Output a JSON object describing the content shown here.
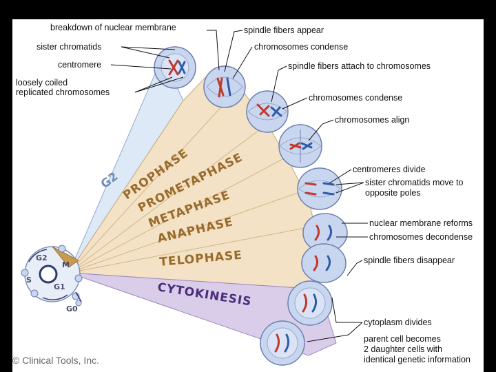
{
  "labels": {
    "breakdown": "breakdown of nuclear membrane",
    "sister_chromatids": "sister chromatids",
    "centromere": "centromere",
    "loosely_1": "loosely coiled",
    "loosely_2": "replicated chromosomes",
    "spindle_appear": "spindle fibers appear",
    "condense_1": "chromosomes condense",
    "spindle_attach": "spindle fibers attach to chromosomes",
    "condense_2": "chromosomes condense",
    "align": "chromosomes align",
    "centromeres_divide": "centromeres divide",
    "move_1": "sister chromatids move to",
    "move_2": "opposite poles",
    "nuclear_reforms": "nuclear membrane reforms",
    "decondense": "chromosomes decondense",
    "spindle_disappear": "spindle fibers disappear",
    "cytoplasm_divides": "cytoplasm divides",
    "parent_1": "parent cell becomes",
    "parent_2": "2 daughter cells with",
    "parent_3": "identical genetic information"
  },
  "phases": {
    "g2": "G2",
    "prophase": "PROPHASE",
    "prometaphase": "PROMETAPHASE",
    "metaphase": "METAPHASE",
    "anaphase": "ANAPHASE",
    "telophase": "TELOPHASE",
    "cytokinesis": "CYTOKINESIS"
  },
  "cycle": {
    "g2": "G2",
    "m": "M",
    "s": "S",
    "g1": "G1",
    "g0": "G0"
  },
  "copyright": "© Clinical Tools, Inc.",
  "colors": {
    "g2_wedge": "#dde9f7",
    "mitosis_wedge": "#f3e2c6",
    "cytokinesis_wedge": "#d9cdea",
    "cell_fill": "#c9d6ef",
    "chromosome_red": "#c0392b",
    "chromosome_blue": "#2e5aa8"
  }
}
